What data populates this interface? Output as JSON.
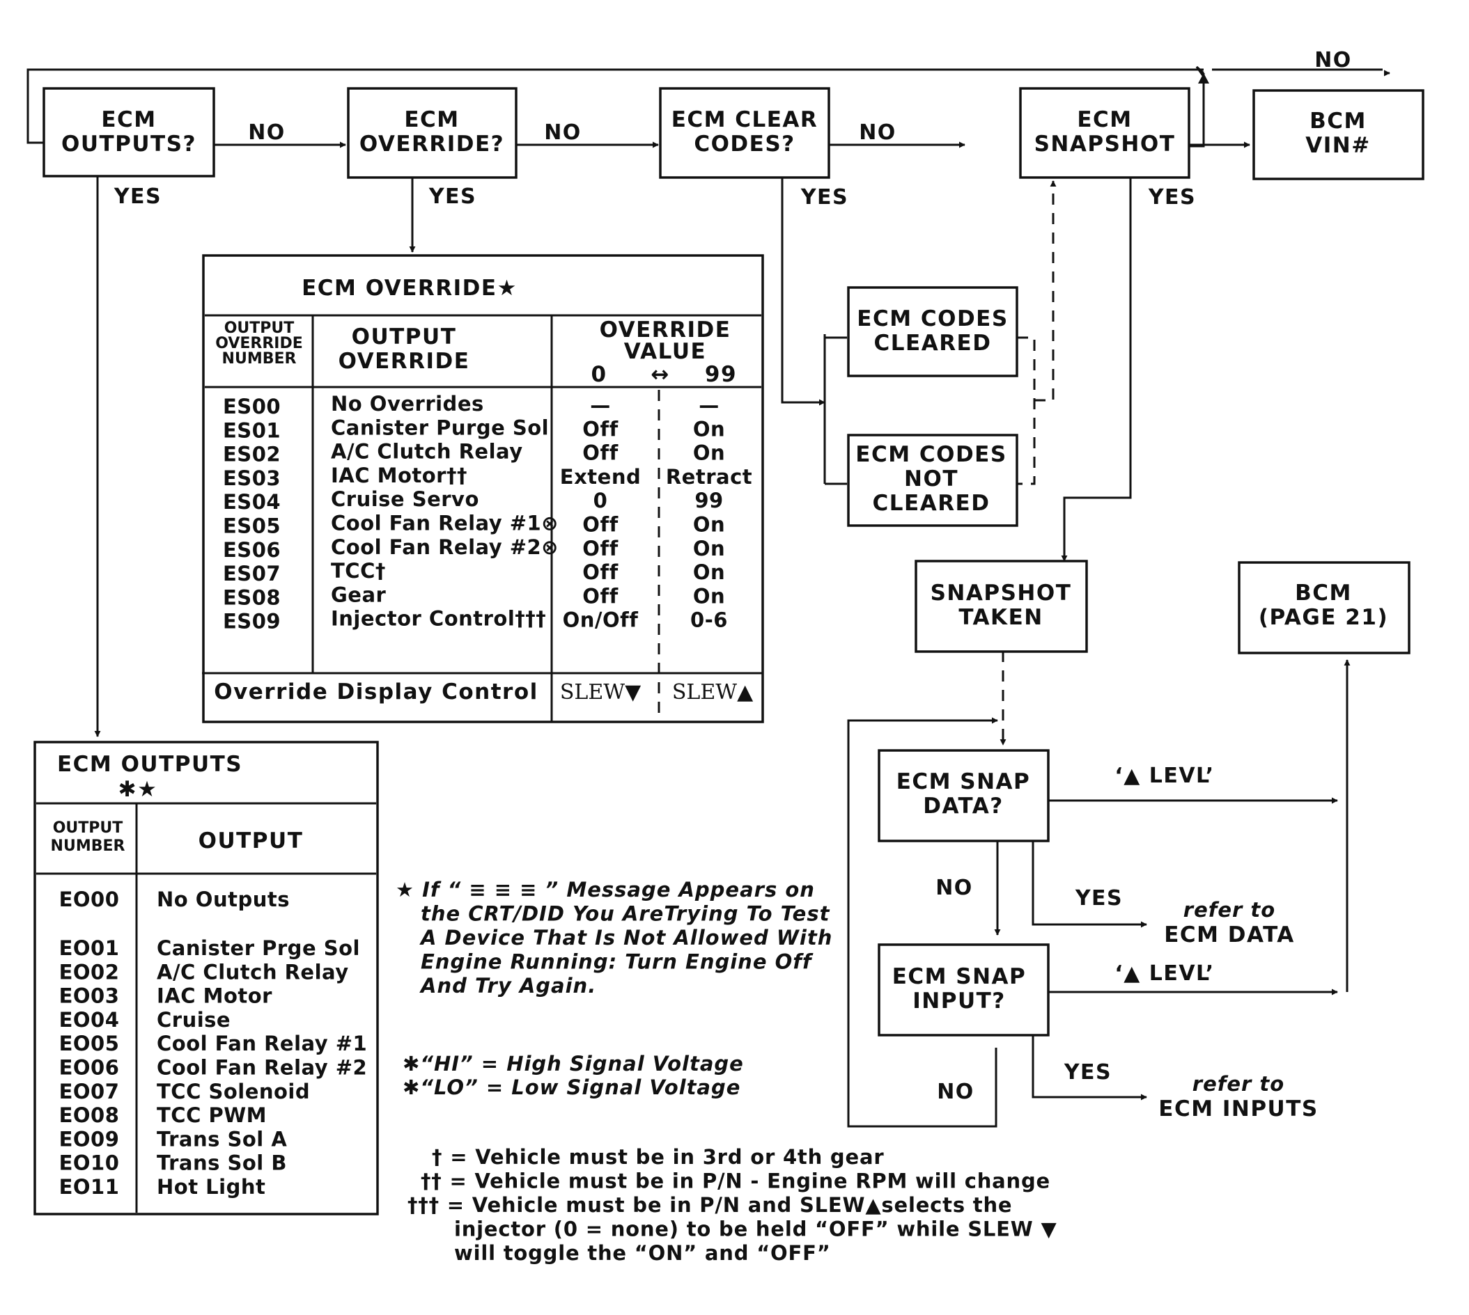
{
  "decisions": {
    "ecm_outputs_q": [
      "ECM",
      "OUTPUTS?"
    ],
    "ecm_override_q": [
      "ECM",
      "OVERRIDE?"
    ],
    "ecm_clear_codes_q": [
      "ECM CLEAR",
      "CODES?"
    ],
    "ecm_snapshot": [
      "ECM",
      "SNAPSHOT"
    ],
    "bcm_vin": [
      "BCM",
      "VIN#"
    ],
    "ecm_codes_cleared": [
      "ECM CODES",
      "CLEARED"
    ],
    "ecm_codes_not_cleared": [
      "ECM CODES",
      "NOT",
      "CLEARED"
    ],
    "snapshot_taken": [
      "SNAPSHOT",
      "TAKEN"
    ],
    "bcm_page": [
      "BCM",
      "(PAGE 21)"
    ],
    "ecm_snap_data_q": [
      "ECM SNAP",
      "DATA?"
    ],
    "ecm_snap_input_q": [
      "ECM SNAP",
      "INPUT?"
    ]
  },
  "arrow_labels": {
    "no": "NO",
    "yes": "YES",
    "levl": "‘▲ LEVL’"
  },
  "refer": {
    "data": [
      "refer to",
      "ECM DATA"
    ],
    "inputs": [
      "refer to",
      "ECM INPUTS"
    ]
  },
  "override_table": {
    "title": "ECM OVERRIDE★",
    "col_number": [
      "OUTPUT",
      "OVERRIDE",
      "NUMBER"
    ],
    "col_output": [
      "OUTPUT",
      "OVERRIDE"
    ],
    "col_value": [
      "OVERRIDE",
      "VALUE"
    ],
    "value_low": "0",
    "value_arrow": "↔",
    "value_high": "99",
    "rows": [
      {
        "code": "ES00",
        "name": "No Overrides",
        "low": "—",
        "high": "—"
      },
      {
        "code": "ES01",
        "name": "Canister Purge Sol",
        "low": "Off",
        "high": "On"
      },
      {
        "code": "ES02",
        "name": "A/C Clutch Relay",
        "low": "Off",
        "high": "On"
      },
      {
        "code": "ES03",
        "name": "IAC Motor††",
        "low": "Extend",
        "high": "Retract"
      },
      {
        "code": "ES04",
        "name": "Cruise Servo",
        "low": "0",
        "high": "99"
      },
      {
        "code": "ES05",
        "name": "Cool Fan Relay #1⊗",
        "low": "Off",
        "high": "On"
      },
      {
        "code": "ES06",
        "name": "Cool Fan Relay #2⊗",
        "low": "Off",
        "high": "On"
      },
      {
        "code": "ES07",
        "name": "TCC†",
        "low": "Off",
        "high": "On"
      },
      {
        "code": "ES08",
        "name": "Gear",
        "low": "Off",
        "high": "On"
      },
      {
        "code": "ES09",
        "name": "Injector Control†††",
        "low": "On/Off",
        "high": "0-6"
      }
    ],
    "footer_label": "Override Display Control",
    "slew_down": "SLEW▼",
    "slew_up": "SLEW▲"
  },
  "outputs_table": {
    "title": "ECM OUTPUTS",
    "title_mark": "✱★",
    "col_number": [
      "OUTPUT",
      "NUMBER"
    ],
    "col_output": "OUTPUT",
    "rows": [
      {
        "code": "EO00",
        "name": "No Outputs"
      },
      {
        "code": "EO01",
        "name": "Canister Prge Sol"
      },
      {
        "code": "EO02",
        "name": "A/C Clutch Relay"
      },
      {
        "code": "EO03",
        "name": "IAC Motor"
      },
      {
        "code": "EO04",
        "name": "Cruise"
      },
      {
        "code": "EO05",
        "name": "Cool Fan Relay #1"
      },
      {
        "code": "EO06",
        "name": "Cool Fan Relay #2"
      },
      {
        "code": "EO07",
        "name": "TCC Solenoid"
      },
      {
        "code": "EO08",
        "name": "TCC PWM"
      },
      {
        "code": "EO09",
        "name": "Trans Sol A"
      },
      {
        "code": "EO10",
        "name": "Trans Sol B"
      },
      {
        "code": "EO11",
        "name": "Hot Light"
      }
    ]
  },
  "notes": {
    "star": [
      "★ If “ ≡ ≡ ≡ ” Message Appears on",
      "the CRT/DID You AreTrying To Test",
      "A Device That  Is Not Allowed With",
      "Engine Running: Turn Engine Off",
      "And Try Again."
    ],
    "hi_lo": [
      "✱“HI” = High Signal Voltage",
      "✱“LO” = Low Signal Voltage"
    ],
    "daggers": [
      "† = Vehicle must be in 3rd or 4th gear",
      "†† = Vehicle must be in P/N - Engine RPM will change",
      "††† = Vehicle must be in P/N and SLEW▲selects the",
      "injector (0 = none) to be held “OFF” while SLEW ▼",
      "will toggle the “ON” and “OFF”"
    ]
  }
}
